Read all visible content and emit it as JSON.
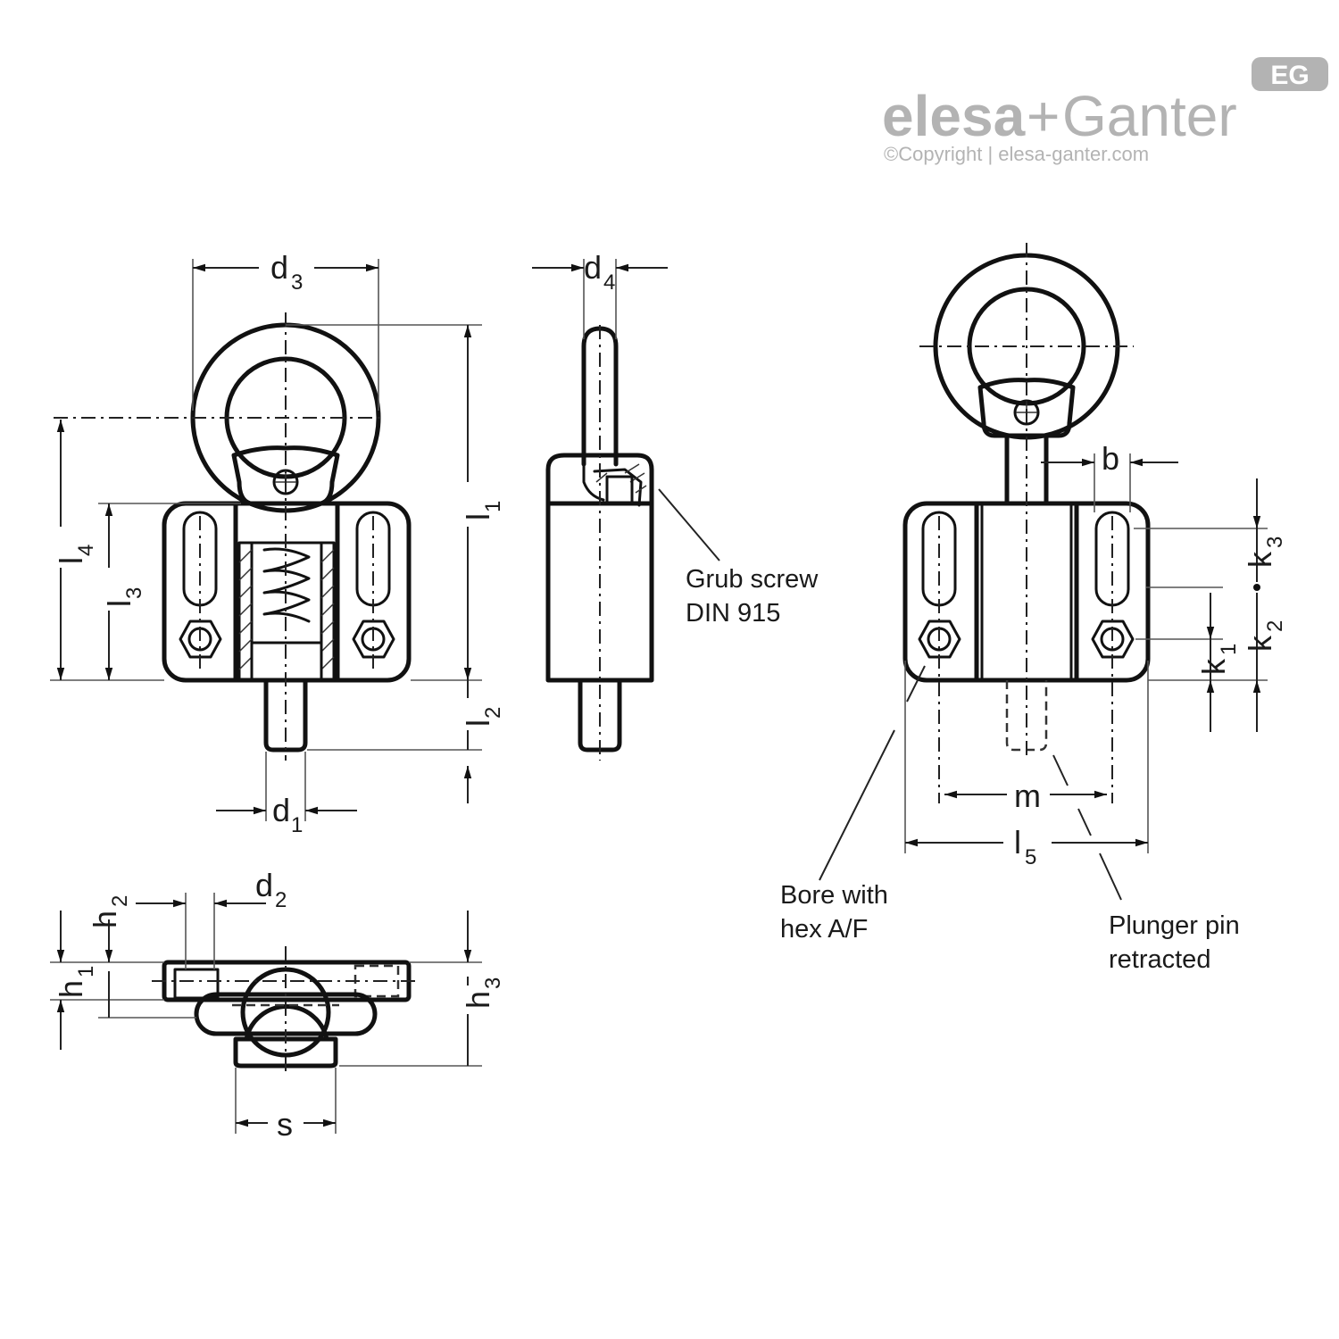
{
  "brand": {
    "name_bold": "elesa",
    "plus": "+",
    "name_regular": "Ganter",
    "copyright": "©Copyright | elesa-ganter.com",
    "badge": "EG",
    "color": "#b3b3b3"
  },
  "dimensions": {
    "d3": {
      "main": "d",
      "sub": "3"
    },
    "d4": {
      "main": "d",
      "sub": "4"
    },
    "d1": {
      "main": "d",
      "sub": "1"
    },
    "d2": {
      "main": "d",
      "sub": "2"
    },
    "l1": {
      "main": "l",
      "sub": "1"
    },
    "l2": {
      "main": "l",
      "sub": "2"
    },
    "l3": {
      "main": "l",
      "sub": "3"
    },
    "l4": {
      "main": "l",
      "sub": "4"
    },
    "l5": {
      "main": "l",
      "sub": "5"
    },
    "h1": {
      "main": "h",
      "sub": "1"
    },
    "h2": {
      "main": "h",
      "sub": "2"
    },
    "h3": {
      "main": "h",
      "sub": "3"
    },
    "k1": {
      "main": "k",
      "sub": "1"
    },
    "k2": {
      "main": "k",
      "sub": "2"
    },
    "k3": {
      "main": "k",
      "sub": "3"
    },
    "b": "b",
    "m": "m",
    "s": "s"
  },
  "notes": {
    "grub_screw": [
      "Grub screw",
      "DIN 915"
    ],
    "bore": [
      "Bore with",
      "hex A/F"
    ],
    "plunger": [
      "Plunger pin",
      "retracted"
    ]
  },
  "colors": {
    "line": "#111111",
    "watermark": "#b3b3b3"
  }
}
